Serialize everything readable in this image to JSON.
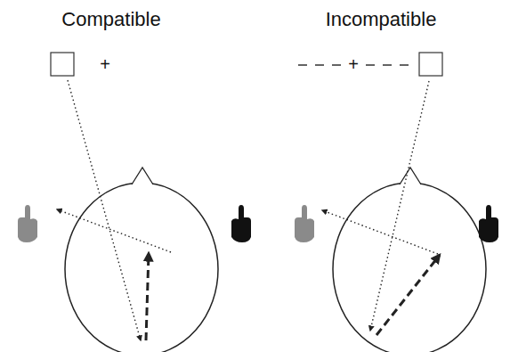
{
  "diagram": {
    "labels": [
      "Compatible",
      "Incompatible",
      "+",
      "+"
    ]
  }
}
